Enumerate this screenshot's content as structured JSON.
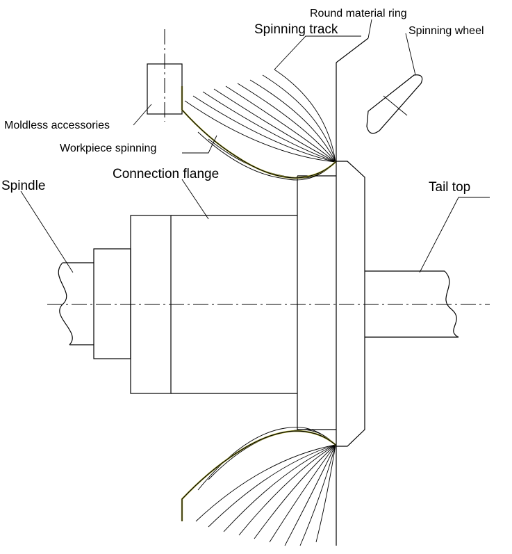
{
  "labels": {
    "round_material_ring": "Round material ring",
    "spinning_track": "Spinning track",
    "spinning_wheel": "Spinning wheel",
    "moldless_accessories": "Moldless accessories",
    "workpiece_spinning": "Workpiece spinning",
    "connection_flange": "Connection flange",
    "spindle": "Spindle",
    "tail_top": "Tail top"
  },
  "colors": {
    "line": "#000000",
    "workpiece": "#b8b63c",
    "background": "#ffffff"
  }
}
